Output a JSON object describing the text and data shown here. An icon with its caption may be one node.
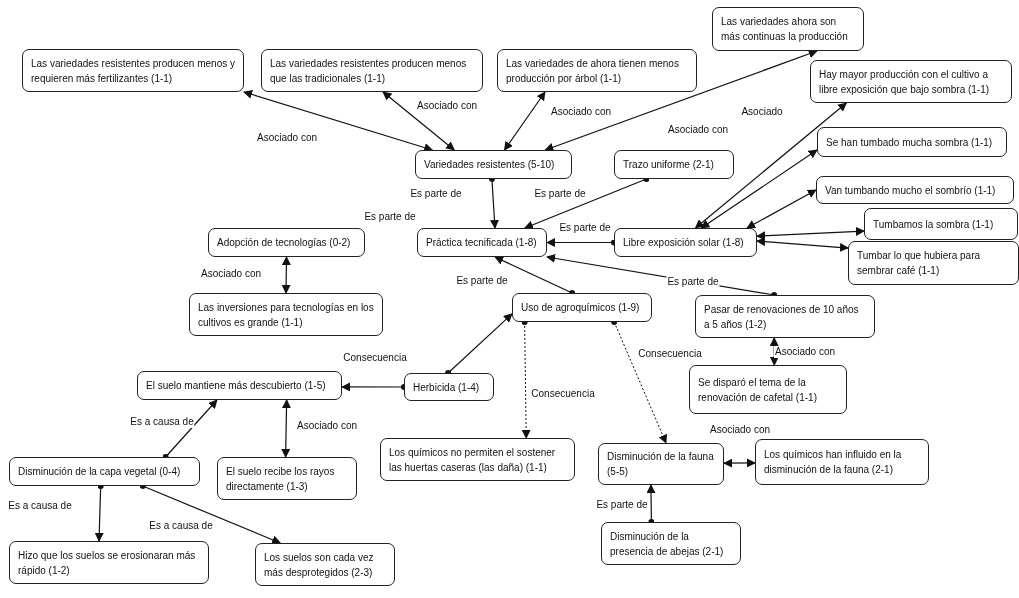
{
  "diagram": {
    "nodes": [
      {
        "text": [
          "Las variedades resistentes producen menos y requieren más fertilizantes (1-1)"
        ]
      },
      {
        "text": [
          "Las variedades resistentes producen menos que las tradicionales (1-1)"
        ]
      },
      {
        "text": [
          "Las variedades de ahora tienen menos producción por árbol (1-1)"
        ]
      },
      {
        "text": [
          "Las variedades ahora son más continuas la producción"
        ]
      },
      {
        "text": [
          "Hay mayor producción con el cultivo a libre exposición que bajo sombra (1-1)"
        ]
      },
      {
        "text": [
          "Variedades resistentes (5-10)"
        ]
      },
      {
        "text": [
          "Trazo uniforme (2-1)"
        ]
      },
      {
        "text": [
          "Se han tumbado mucha sombra (1-1)"
        ]
      },
      {
        "text": [
          "Van tumbando mucho el sombrío (1-1)"
        ]
      },
      {
        "text": [
          "Tumbamos la sombra (1-1)"
        ]
      },
      {
        "text": [
          "Adopción de tecnologías (0-2)"
        ]
      },
      {
        "text": [
          "Práctica tecnificada (1-8)"
        ]
      },
      {
        "text": [
          "Libre exposición solar (1-8)"
        ]
      },
      {
        "text": [
          "Tumbar lo que hubiera para sembrar café (1-1)"
        ]
      },
      {
        "text": [
          "Las inversiones para tecnologías en los cultivos es grande (1-1)"
        ]
      },
      {
        "text": [
          "Uso de agroquímicos (1-9)"
        ]
      },
      {
        "text": [
          "Pasar de renovaciones de 10 años a 5 años (1-2)"
        ]
      },
      {
        "text": [
          "El suelo mantiene más descubierto (1-5)"
        ]
      },
      {
        "text": [
          "Herbicida (1-4)"
        ]
      },
      {
        "text": [
          "Se disparó el tema de la renovación de cafetal (1-1)"
        ]
      },
      {
        "text": [
          "Los químicos no permiten el sostener las huertas caseras (las daña) (1-1)"
        ]
      },
      {
        "text": [
          "Disminución de la fauna (5-5)"
        ]
      },
      {
        "text": [
          "Los químicos han influido en la disminución de la fauna (2-1)"
        ]
      },
      {
        "text": [
          "Disminución de la capa vegetal (0-4)"
        ]
      },
      {
        "text": [
          "El suelo recibe los rayos directamente (1-3)"
        ]
      },
      {
        "text": [
          "Disminución de la presencia de abejas (2-1)"
        ]
      },
      {
        "text": [
          "Hizo que los suelos se erosionaran más rápido (1-2)"
        ]
      },
      {
        "text": [
          "Los suelos son cada vez más desprotegidos (2-3)"
        ]
      }
    ],
    "edges": [
      {
        "from": 0,
        "to": 5,
        "arrow": "both",
        "label": "Asociado con"
      },
      {
        "from": 1,
        "to": 5,
        "arrow": "both",
        "label": "Asociado con"
      },
      {
        "from": 2,
        "to": 5,
        "arrow": "both",
        "label": "Asociado con"
      },
      {
        "from": 3,
        "to": 5,
        "arrow": "both",
        "label": "Asociado con"
      },
      {
        "from": 4,
        "to": 12,
        "arrow": "both",
        "label": "Asociado"
      },
      {
        "from": 7,
        "to": 12,
        "arrow": "both"
      },
      {
        "from": 8,
        "to": 12,
        "arrow": "both"
      },
      {
        "from": 9,
        "to": 12,
        "arrow": "both"
      },
      {
        "from": 13,
        "to": 12,
        "arrow": "both"
      },
      {
        "from": 5,
        "to": 11,
        "arrow": "to",
        "label": "Es parte de"
      },
      {
        "from": 6,
        "to": 11,
        "arrow": "to",
        "label": "Es parte de"
      },
      {
        "from": 12,
        "to": 11,
        "arrow": "to",
        "label": "Es parte de"
      },
      {
        "from": 10,
        "to": 14,
        "arrow": "both",
        "label": "Asociado con"
      },
      {
        "from": 15,
        "to": 11,
        "arrow": "to",
        "label": "Es parte de"
      },
      {
        "from": 16,
        "to": 11,
        "arrow": "to",
        "label": "Es parte de"
      },
      {
        "from": 16,
        "to": 19,
        "arrow": "both",
        "label": "Asociado con"
      },
      {
        "from": 18,
        "to": 15,
        "arrow": "to",
        "label": "Consecuencia"
      },
      {
        "from": 18,
        "to": 17,
        "arrow": "to"
      },
      {
        "from": 15,
        "to": 20,
        "arrow": "to",
        "label": "Consecuencia",
        "style": "dashed"
      },
      {
        "from": 15,
        "to": 21,
        "arrow": "to",
        "label": "Consecuencia",
        "style": "dashed"
      },
      {
        "from": 21,
        "to": 22,
        "arrow": "both",
        "label": "Asociado con"
      },
      {
        "from": 25,
        "to": 21,
        "arrow": "to",
        "label": "Es parte de"
      },
      {
        "from": 23,
        "to": 17,
        "arrow": "to",
        "label": "Es a causa de"
      },
      {
        "from": 17,
        "to": 24,
        "arrow": "both",
        "label": "Asociado con"
      },
      {
        "from": 23,
        "to": 26,
        "arrow": "to",
        "label": "Es a causa de"
      },
      {
        "from": 23,
        "to": 27,
        "arrow": "to",
        "label": "Es a causa de"
      }
    ],
    "labels": [
      "Es parte de"
    ]
  }
}
